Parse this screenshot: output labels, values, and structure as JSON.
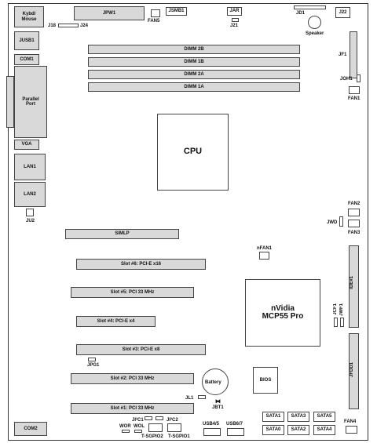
{
  "connectors": {
    "kybd_mouse": "Kybd/\nMouse",
    "jusb1": "JUSB1",
    "com1": "COM1",
    "parallel_port": "Parallel\nPort",
    "vga": "VGA",
    "lan1": "LAN1",
    "lan2": "LAN2",
    "ju2": "JU2",
    "com2": "COM2",
    "jpw1": "JPW1",
    "fan5": "FAN5",
    "jsmb1": "JSMB1",
    "jar": "JAR",
    "j21": "J21",
    "jd1": "JD1",
    "j22": "J22",
    "speaker": "Speaker",
    "j18": "J18",
    "j24": "J24",
    "jf1": "JF1",
    "joh1": "JOH1",
    "fan1": "FAN1",
    "fan2": "FAN2",
    "fan3": "FAN3",
    "jwd": "JWD",
    "nfan1": "nFAN1",
    "ide1": "IDE#1",
    "jcf1": "JCF1",
    "jwf1": "JWF1",
    "jfdd1": "JFDD1",
    "fan4": "FAN4"
  },
  "memory": {
    "dimm_2b": "DIMM 2B",
    "dimm_1b": "DIMM 1B",
    "dimm_2a": "DIMM 2A",
    "dimm_1a": "DIMM 1A"
  },
  "chips": {
    "cpu": "CPU",
    "nvidia": "nVidia\nMCP55 Pro",
    "bios": "BIOS",
    "battery": "Battery",
    "jbt1": "JBT1",
    "jl1": "JL1"
  },
  "slots": {
    "simlp": "SIMLP",
    "slot6": "Slot #6: PCI-E x16",
    "slot5": "Slot #5: PCI 33 MHz",
    "slot4": "Slot #4: PCI-E x4",
    "slot3": "Slot #3: PCI-E x8",
    "jpg1": "JPG1",
    "slot2": "Slot #2: PCI 33 MHz",
    "slot1": "Slot #1: PCI 33 MHz"
  },
  "bottom": {
    "ji2c1": "JI²C1",
    "ji2c2": "JI²C2",
    "wor": "WOR",
    "wol": "WOL",
    "tsgpio2": "T-SGPIO2",
    "tsgpio1": "T-SGPIO1",
    "usb45": "USB4/5",
    "usb67": "USB6/7"
  },
  "sata": {
    "sata1": "SATA1",
    "sata3": "SATA3",
    "sata5": "SATA5",
    "sata0": "SATA0",
    "sata2": "SATA2",
    "sata4": "SATA4"
  }
}
